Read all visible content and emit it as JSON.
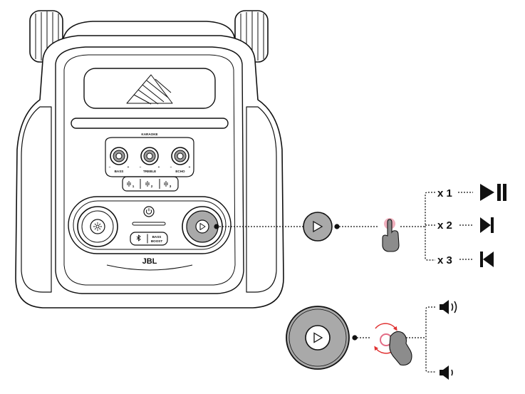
{
  "speaker": {
    "section_label": "KARAOKE",
    "knobs": [
      {
        "label": "BASS",
        "minus": "−",
        "plus": "+"
      },
      {
        "label": "TREBLE",
        "minus": "−",
        "plus": "+"
      },
      {
        "label": "ECHO",
        "minus": "−",
        "plus": "+"
      }
    ],
    "bass_boost_label": "BASS BOOST",
    "bass_boost_line1": "BASS",
    "bass_boost_line2": "BOOST",
    "mic_channels": [
      "1",
      "2",
      "3"
    ],
    "brand": "JBL"
  },
  "play_press": {
    "actions": [
      {
        "count": "x 1",
        "icon": "play-pause-icon"
      },
      {
        "count": "x 2",
        "icon": "next-track-icon"
      },
      {
        "count": "x 3",
        "icon": "previous-track-icon"
      }
    ]
  },
  "volume_rotate": {
    "actions": [
      {
        "icon": "volume-up-icon"
      },
      {
        "icon": "volume-down-icon"
      }
    ]
  },
  "colors": {
    "outline": "#111111",
    "button_fill": "#a9a9a9",
    "knob_fill": "#9a9a9a",
    "touch_highlight": "#e36d86",
    "rotate_arrow": "#e03131",
    "hand_fill": "#8c8c8c"
  }
}
